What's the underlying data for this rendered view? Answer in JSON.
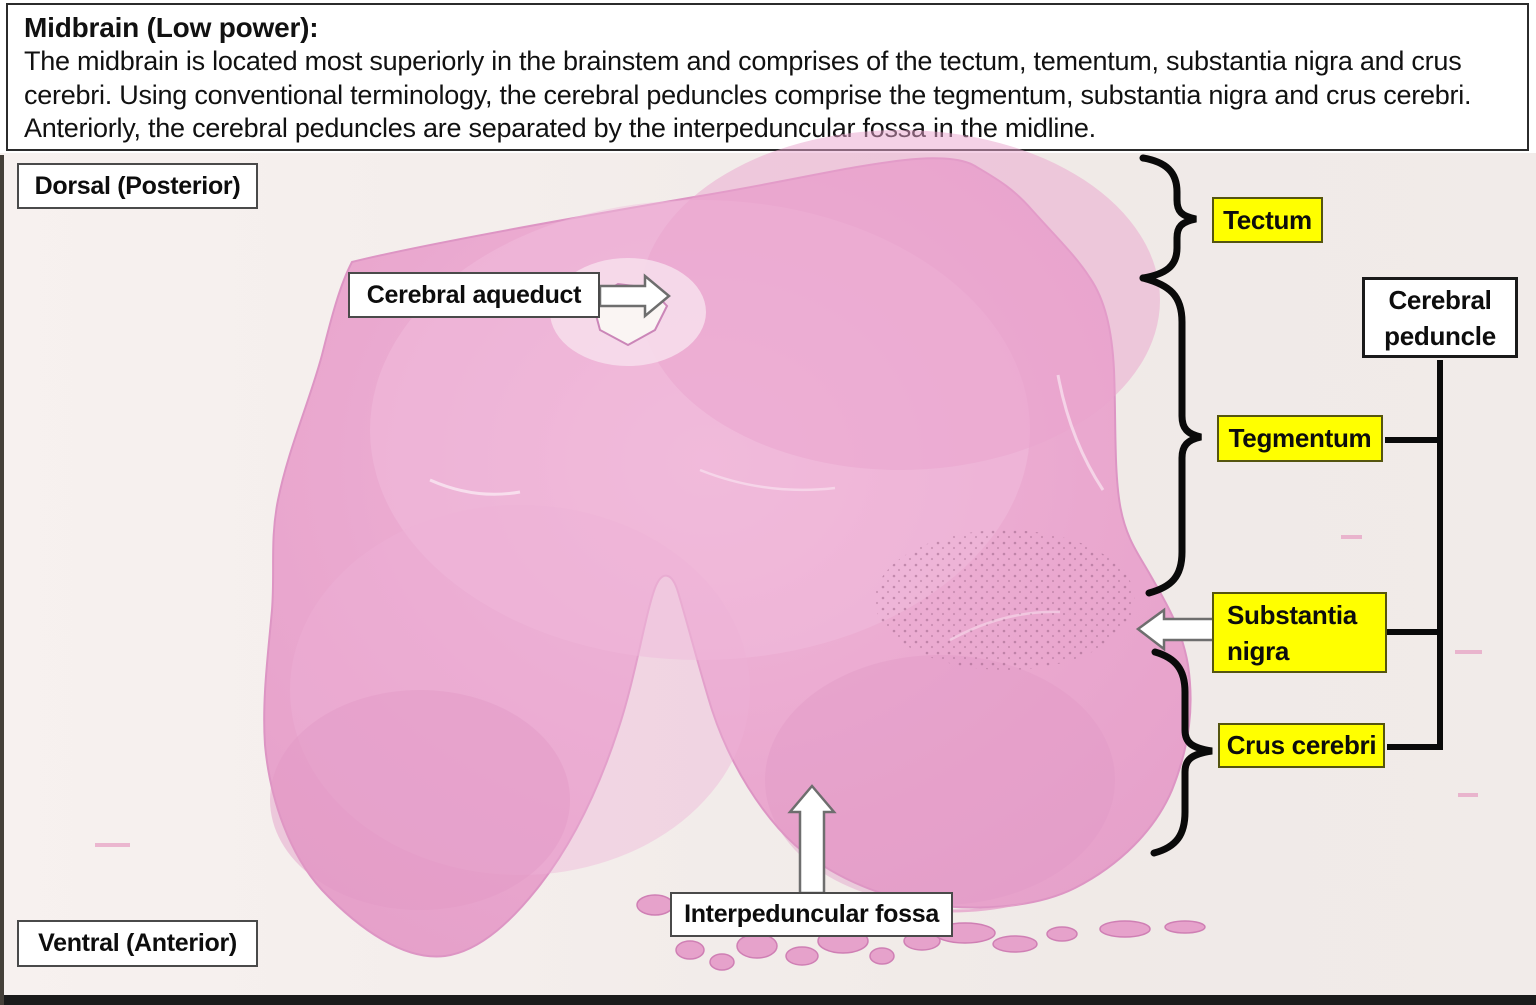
{
  "header": {
    "title": "Midbrain (Low power):",
    "body": "The midbrain is located most superiorly in the brainstem and comprises of the tectum, tementum, substantia nigra and crus cerebri. Using conventional terminology, the cerebral peduncles comprise the tegmentum, substantia nigra and crus cerebri. Anteriorly, the cerebral peduncles are separated by the interpeduncular fossa in the midline."
  },
  "orientation": {
    "dorsal": "Dorsal (Posterior)",
    "ventral": "Ventral (Anterior)"
  },
  "labels": {
    "cerebral_aqueduct": "Cerebral aqueduct",
    "tectum": "Tectum",
    "cerebral_peduncle": "Cerebral peduncle",
    "tegmentum": "Tegmentum",
    "substantia_nigra": "Substantia nigra",
    "crus_cerebri": "Crus cerebri",
    "interpeduncular_fossa": "Interpeduncular fossa"
  },
  "colors": {
    "highlight_yellow": "#ffff00",
    "tissue_pink": "#e9a6cd",
    "photo_background": "#f2ecea",
    "annotation_black": "#111111",
    "arrow_white": "#ffffff"
  }
}
